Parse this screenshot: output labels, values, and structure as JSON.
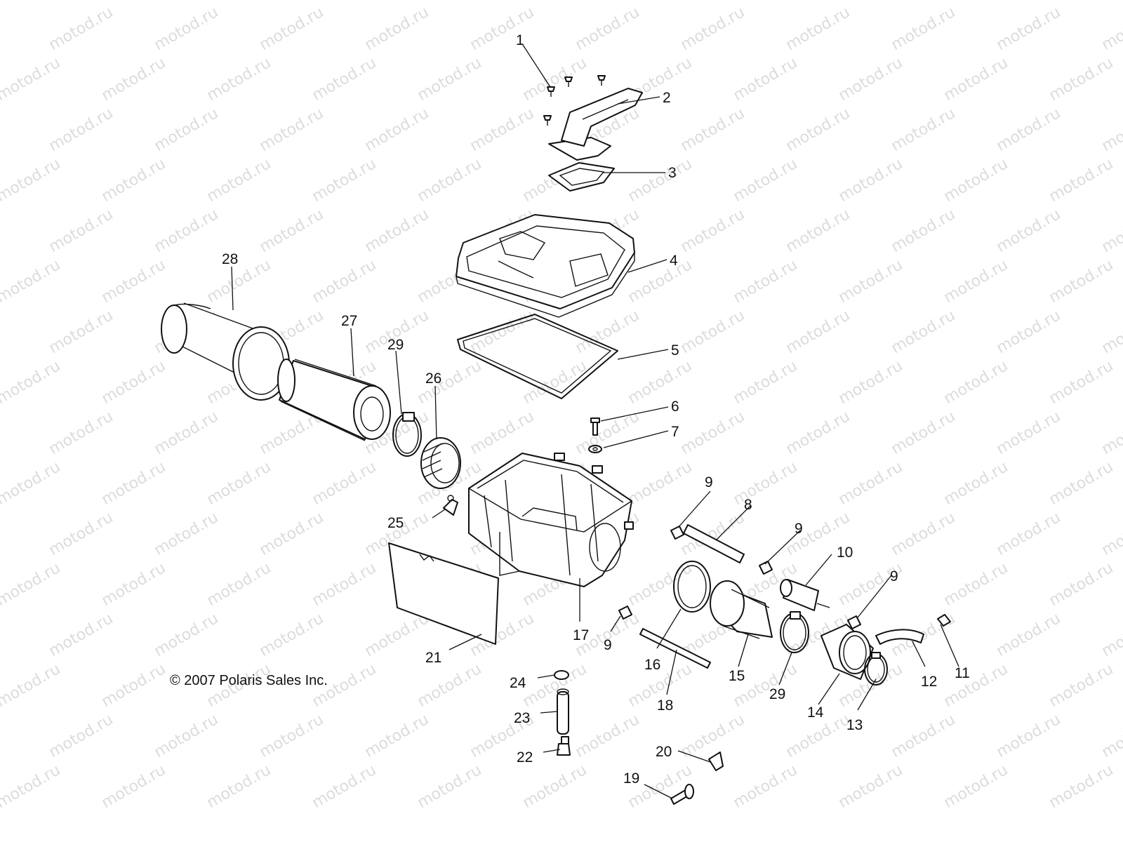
{
  "watermark": "motod.ru",
  "copyright": "© 2007 Polaris Sales Inc.",
  "callouts": {
    "c1": "1",
    "c2": "2",
    "c3": "3",
    "c4": "4",
    "c5": "5",
    "c6": "6",
    "c7": "7",
    "c8": "8",
    "c9a": "9",
    "c9b": "9",
    "c9c": "9",
    "c9d": "9",
    "c10": "10",
    "c11": "11",
    "c12": "12",
    "c13": "13",
    "c14": "14",
    "c15": "15",
    "c16": "16",
    "c17": "17",
    "c18": "18",
    "c19": "19",
    "c20": "20",
    "c21": "21",
    "c22": "22",
    "c23": "23",
    "c24": "24",
    "c25": "25",
    "c26": "26",
    "c27": "27",
    "c28": "28",
    "c29a": "29",
    "c29b": "29"
  }
}
